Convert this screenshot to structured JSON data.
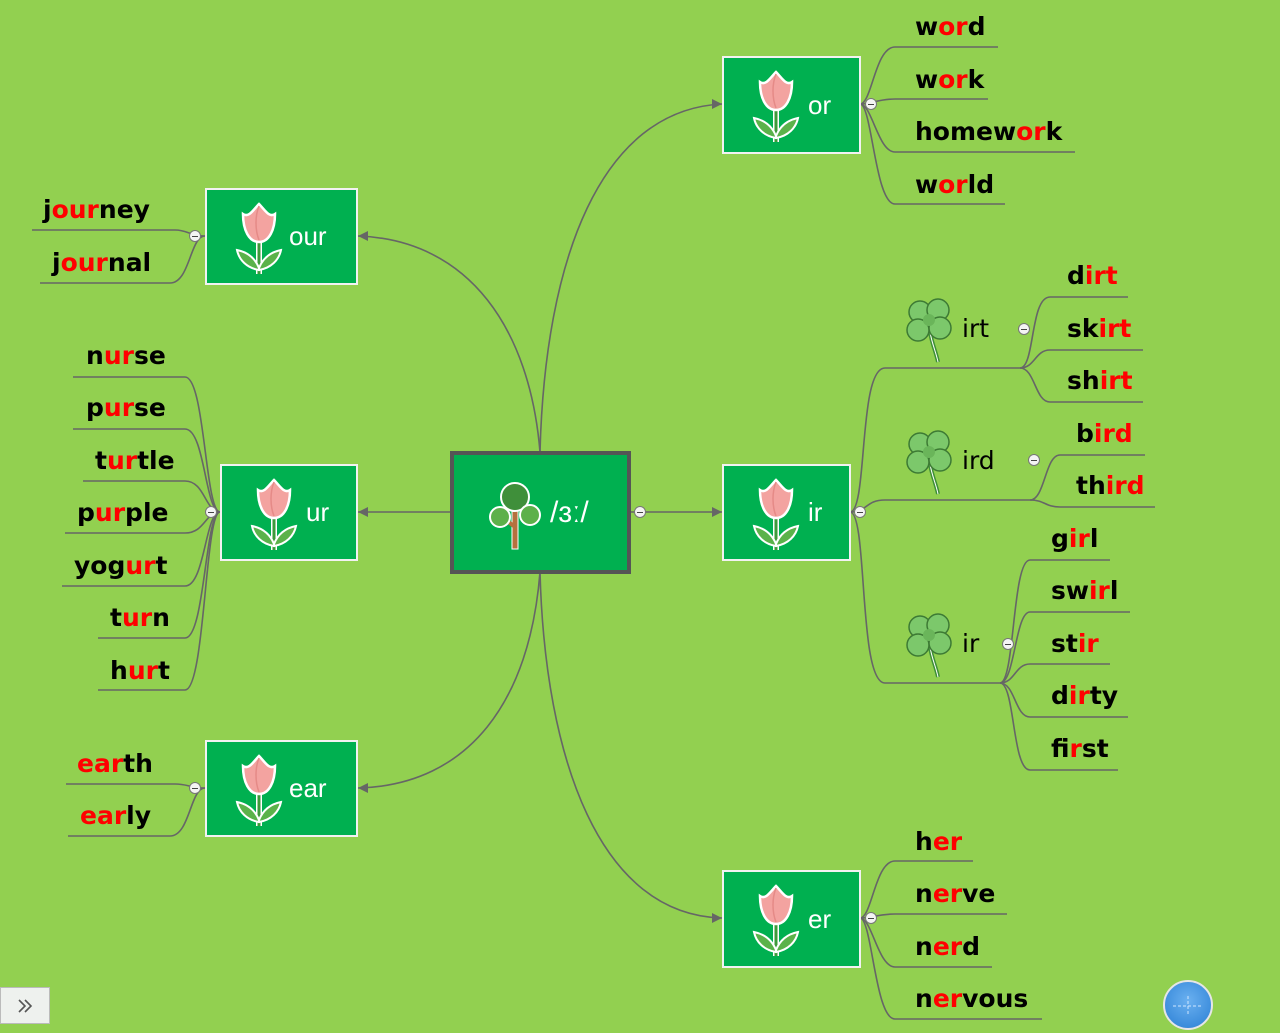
{
  "center": {
    "label": "/ɜː/",
    "icon": "tree-icon"
  },
  "branches": {
    "or": {
      "label": "or",
      "icon": "tulip-icon"
    },
    "our": {
      "label": "our",
      "icon": "tulip-icon"
    },
    "ur": {
      "label": "ur",
      "icon": "tulip-icon"
    },
    "ear": {
      "label": "ear",
      "icon": "tulip-icon"
    },
    "ir": {
      "label": "ir",
      "icon": "tulip-icon"
    },
    "er": {
      "label": "er",
      "icon": "tulip-icon"
    }
  },
  "ir_subgroups": {
    "irt": {
      "label": "irt",
      "icon": "clover-icon"
    },
    "ird": {
      "label": "ird",
      "icon": "clover-icon"
    },
    "ir": {
      "label": "ir",
      "icon": "clover-icon"
    }
  },
  "words": {
    "or": [
      {
        "pre": "w",
        "hl": "or",
        "post": "d"
      },
      {
        "pre": "w",
        "hl": "or",
        "post": "k"
      },
      {
        "pre": "homew",
        "hl": "or",
        "post": "k"
      },
      {
        "pre": "w",
        "hl": "or",
        "post": "ld"
      }
    ],
    "our": [
      {
        "pre": "j",
        "hl": "our",
        "post": "ney"
      },
      {
        "pre": "j",
        "hl": "our",
        "post": "nal"
      }
    ],
    "ur": [
      {
        "pre": "n",
        "hl": "ur",
        "post": "se"
      },
      {
        "pre": "p",
        "hl": "ur",
        "post": "se"
      },
      {
        "pre": "t",
        "hl": "ur",
        "post": "tle"
      },
      {
        "pre": "p",
        "hl": "ur",
        "post": "ple"
      },
      {
        "pre": "yog",
        "hl": "ur",
        "post": "t"
      },
      {
        "pre": "t",
        "hl": "ur",
        "post": "n"
      },
      {
        "pre": "h",
        "hl": "ur",
        "post": "t"
      }
    ],
    "ear": [
      {
        "pre": "",
        "hl": "ear",
        "post": "th"
      },
      {
        "pre": "",
        "hl": "ear",
        "post": "ly"
      }
    ],
    "irt": [
      {
        "pre": "d",
        "hl": "irt",
        "post": ""
      },
      {
        "pre": "sk",
        "hl": "irt",
        "post": ""
      },
      {
        "pre": "sh",
        "hl": "irt",
        "post": ""
      }
    ],
    "ird": [
      {
        "pre": "b",
        "hl": "ird",
        "post": ""
      },
      {
        "pre": "th",
        "hl": "ird",
        "post": ""
      }
    ],
    "ir": [
      {
        "pre": "g",
        "hl": "ir",
        "post": "l"
      },
      {
        "pre": "sw",
        "hl": "ir",
        "post": "l"
      },
      {
        "pre": "st",
        "hl": "ir",
        "post": ""
      },
      {
        "pre": "d",
        "hl": "ir",
        "post": "ty"
      },
      {
        "pre": "f",
        "hl": "ir",
        "post": "st"
      }
    ],
    "er": [
      {
        "pre": "h",
        "hl": "er",
        "post": ""
      },
      {
        "pre": "n",
        "hl": "er",
        "post": "ve"
      },
      {
        "pre": "n",
        "hl": "er",
        "post": "d"
      },
      {
        "pre": "n",
        "hl": "er",
        "post": "vous"
      }
    ]
  },
  "colors": {
    "background": "#92d050",
    "node_fill": "#00b050",
    "highlight": "#ff0000",
    "line": "#666666"
  }
}
